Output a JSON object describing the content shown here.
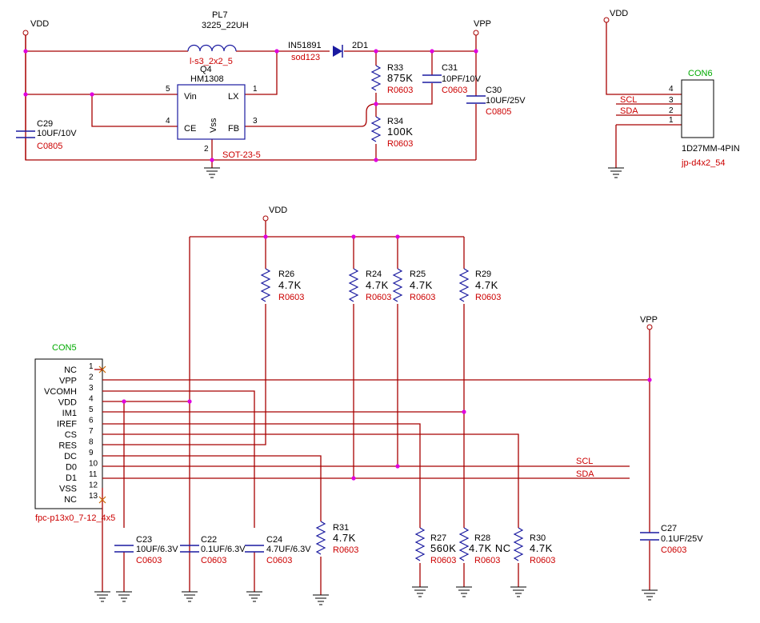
{
  "top": {
    "vdd_left": "VDD",
    "vpp": "VPP",
    "vdd_right": "VDD",
    "pl7": {
      "ref": "PL7",
      "value": "3225_22UH",
      "footprint": "l-s3_2x2_5"
    },
    "q4": {
      "ref": "Q4",
      "value": "HM1308",
      "package": "SOT-23-5",
      "pins": {
        "vin": "Vin",
        "lx": "LX",
        "ce": "CE",
        "vss": "Vss",
        "fb": "FB"
      },
      "pin_numbers": {
        "vin": "5",
        "lx": "1",
        "ce": "4",
        "vss": "2",
        "fb": "3"
      }
    },
    "diode": {
      "part": "IN51891",
      "footprint": "sod123",
      "ref": "2D1"
    },
    "c29": {
      "ref": "C29",
      "value": "10UF/10V",
      "footprint": "C0805"
    },
    "r33": {
      "ref": "R33",
      "value": "875K",
      "footprint": "R0603"
    },
    "r34": {
      "ref": "R34",
      "value": "100K",
      "footprint": "R0603"
    },
    "c31": {
      "ref": "C31",
      "value": "10PF/10V",
      "footprint": "C0603"
    },
    "c30": {
      "ref": "C30",
      "value": "10UF/25V",
      "footprint": "C0805"
    }
  },
  "con6": {
    "ref": "CON6",
    "part": "1D27MM-4PIN",
    "footprint": "jp-d4x2_54",
    "pins": [
      "4",
      "3",
      "2",
      "1"
    ],
    "nets": {
      "scl": "SCL",
      "sda": "SDA"
    }
  },
  "bottom": {
    "vdd": "VDD",
    "vpp": "VPP",
    "con5": {
      "ref": "CON5",
      "footprint": "fpc-p13x0_7-12_4x5",
      "pins": [
        {
          "name": "NC",
          "num": "1"
        },
        {
          "name": "VPP",
          "num": "2"
        },
        {
          "name": "VCOMH",
          "num": "3"
        },
        {
          "name": "VDD",
          "num": "4"
        },
        {
          "name": "IM1",
          "num": "5"
        },
        {
          "name": "IREF",
          "num": "6"
        },
        {
          "name": "CS",
          "num": "7"
        },
        {
          "name": "RES",
          "num": "8"
        },
        {
          "name": "DC",
          "num": "9"
        },
        {
          "name": "D0",
          "num": "10"
        },
        {
          "name": "D1",
          "num": "11"
        },
        {
          "name": "VSS",
          "num": "12"
        },
        {
          "name": "NC",
          "num": "13"
        }
      ]
    },
    "scl": "SCL",
    "sda": "SDA",
    "r26": {
      "ref": "R26",
      "value": "4.7K",
      "footprint": "R0603"
    },
    "r24": {
      "ref": "R24",
      "value": "4.7K",
      "footprint": "R0603"
    },
    "r25": {
      "ref": "R25",
      "value": "4.7K",
      "footprint": "R0603"
    },
    "r29": {
      "ref": "R29",
      "value": "4.7K",
      "footprint": "R0603"
    },
    "r31": {
      "ref": "R31",
      "value": "4.7K",
      "footprint": "R0603"
    },
    "r27": {
      "ref": "R27",
      "value": "560K",
      "footprint": "R0603"
    },
    "r28": {
      "ref": "R28",
      "value": "4.7K NC",
      "footprint": "R0603"
    },
    "r30": {
      "ref": "R30",
      "value": "4.7K",
      "footprint": "R0603"
    },
    "c23": {
      "ref": "C23",
      "value": "10UF/6.3V",
      "footprint": "C0603"
    },
    "c22": {
      "ref": "C22",
      "value": "0.1UF/6.3V",
      "footprint": "C0603"
    },
    "c24": {
      "ref": "C24",
      "value": "4.7UF/6.3V",
      "footprint": "C0603"
    },
    "c27": {
      "ref": "C27",
      "value": "0.1UF/25V",
      "footprint": "C0603"
    }
  },
  "colors": {
    "wire": "#a80000",
    "junction": "#e000e0",
    "component": "#1a1aa0",
    "ref_label": "#cc0000",
    "connector_ref": "#00aa00"
  }
}
